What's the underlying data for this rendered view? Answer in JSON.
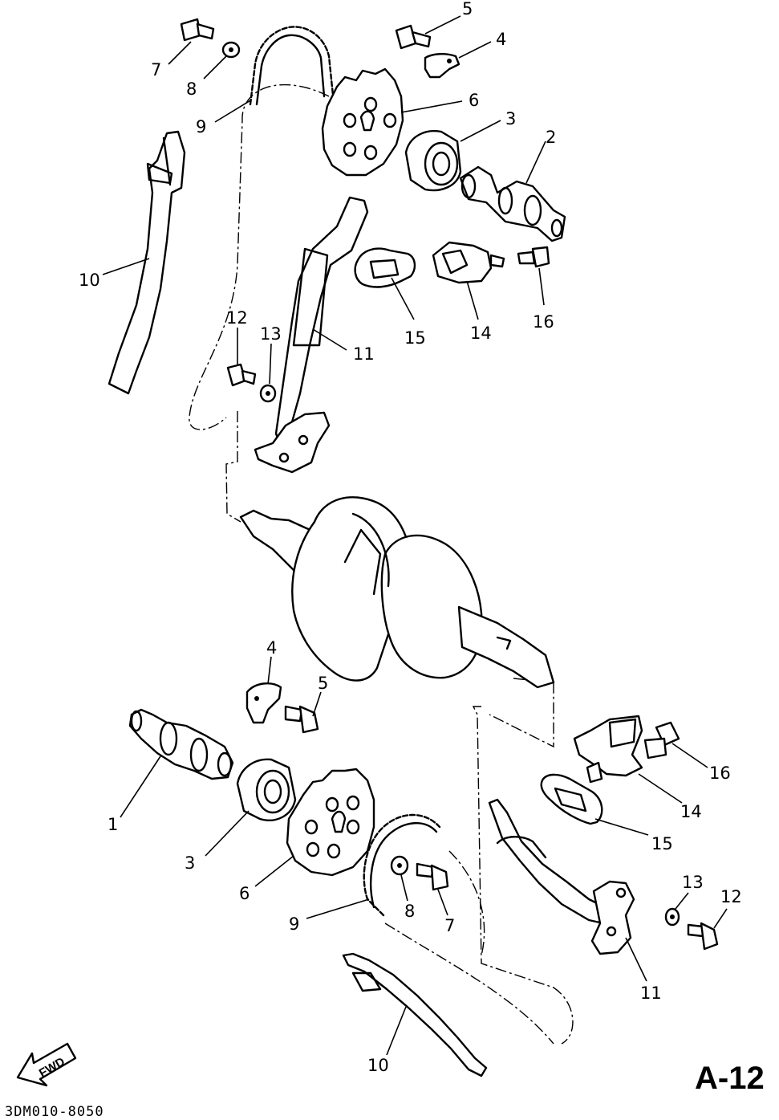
{
  "page_id": "A-12",
  "drawing_code": "3DM010-8050",
  "direction_arrow": "FWD",
  "callouts": [
    {
      "id": "c7-top",
      "text": "7"
    },
    {
      "id": "c8-top",
      "text": "8"
    },
    {
      "id": "c9-top",
      "text": "9"
    },
    {
      "id": "c5-top",
      "text": "5"
    },
    {
      "id": "c4-top",
      "text": "4"
    },
    {
      "id": "c6-top",
      "text": "6"
    },
    {
      "id": "c3-top",
      "text": "3"
    },
    {
      "id": "c2",
      "text": "2"
    },
    {
      "id": "c10-top",
      "text": "10"
    },
    {
      "id": "c12-top",
      "text": "12"
    },
    {
      "id": "c13-top",
      "text": "13"
    },
    {
      "id": "c11-top",
      "text": "11"
    },
    {
      "id": "c15-top",
      "text": "15"
    },
    {
      "id": "c14-top",
      "text": "14"
    },
    {
      "id": "c16-top",
      "text": "16"
    },
    {
      "id": "c4-bot",
      "text": "4"
    },
    {
      "id": "c5-bot",
      "text": "5"
    },
    {
      "id": "c16-bot",
      "text": "16"
    },
    {
      "id": "c1",
      "text": "1"
    },
    {
      "id": "c14-bot",
      "text": "14"
    },
    {
      "id": "c3-bot",
      "text": "3"
    },
    {
      "id": "c15-bot",
      "text": "15"
    },
    {
      "id": "c6-bot",
      "text": "6"
    },
    {
      "id": "c13-bot",
      "text": "13"
    },
    {
      "id": "c12-bot",
      "text": "12"
    },
    {
      "id": "c9-bot",
      "text": "9"
    },
    {
      "id": "c8-bot",
      "text": "8"
    },
    {
      "id": "c7-bot",
      "text": "7"
    },
    {
      "id": "c11-bot",
      "text": "11"
    },
    {
      "id": "c10-bot",
      "text": "10"
    }
  ]
}
